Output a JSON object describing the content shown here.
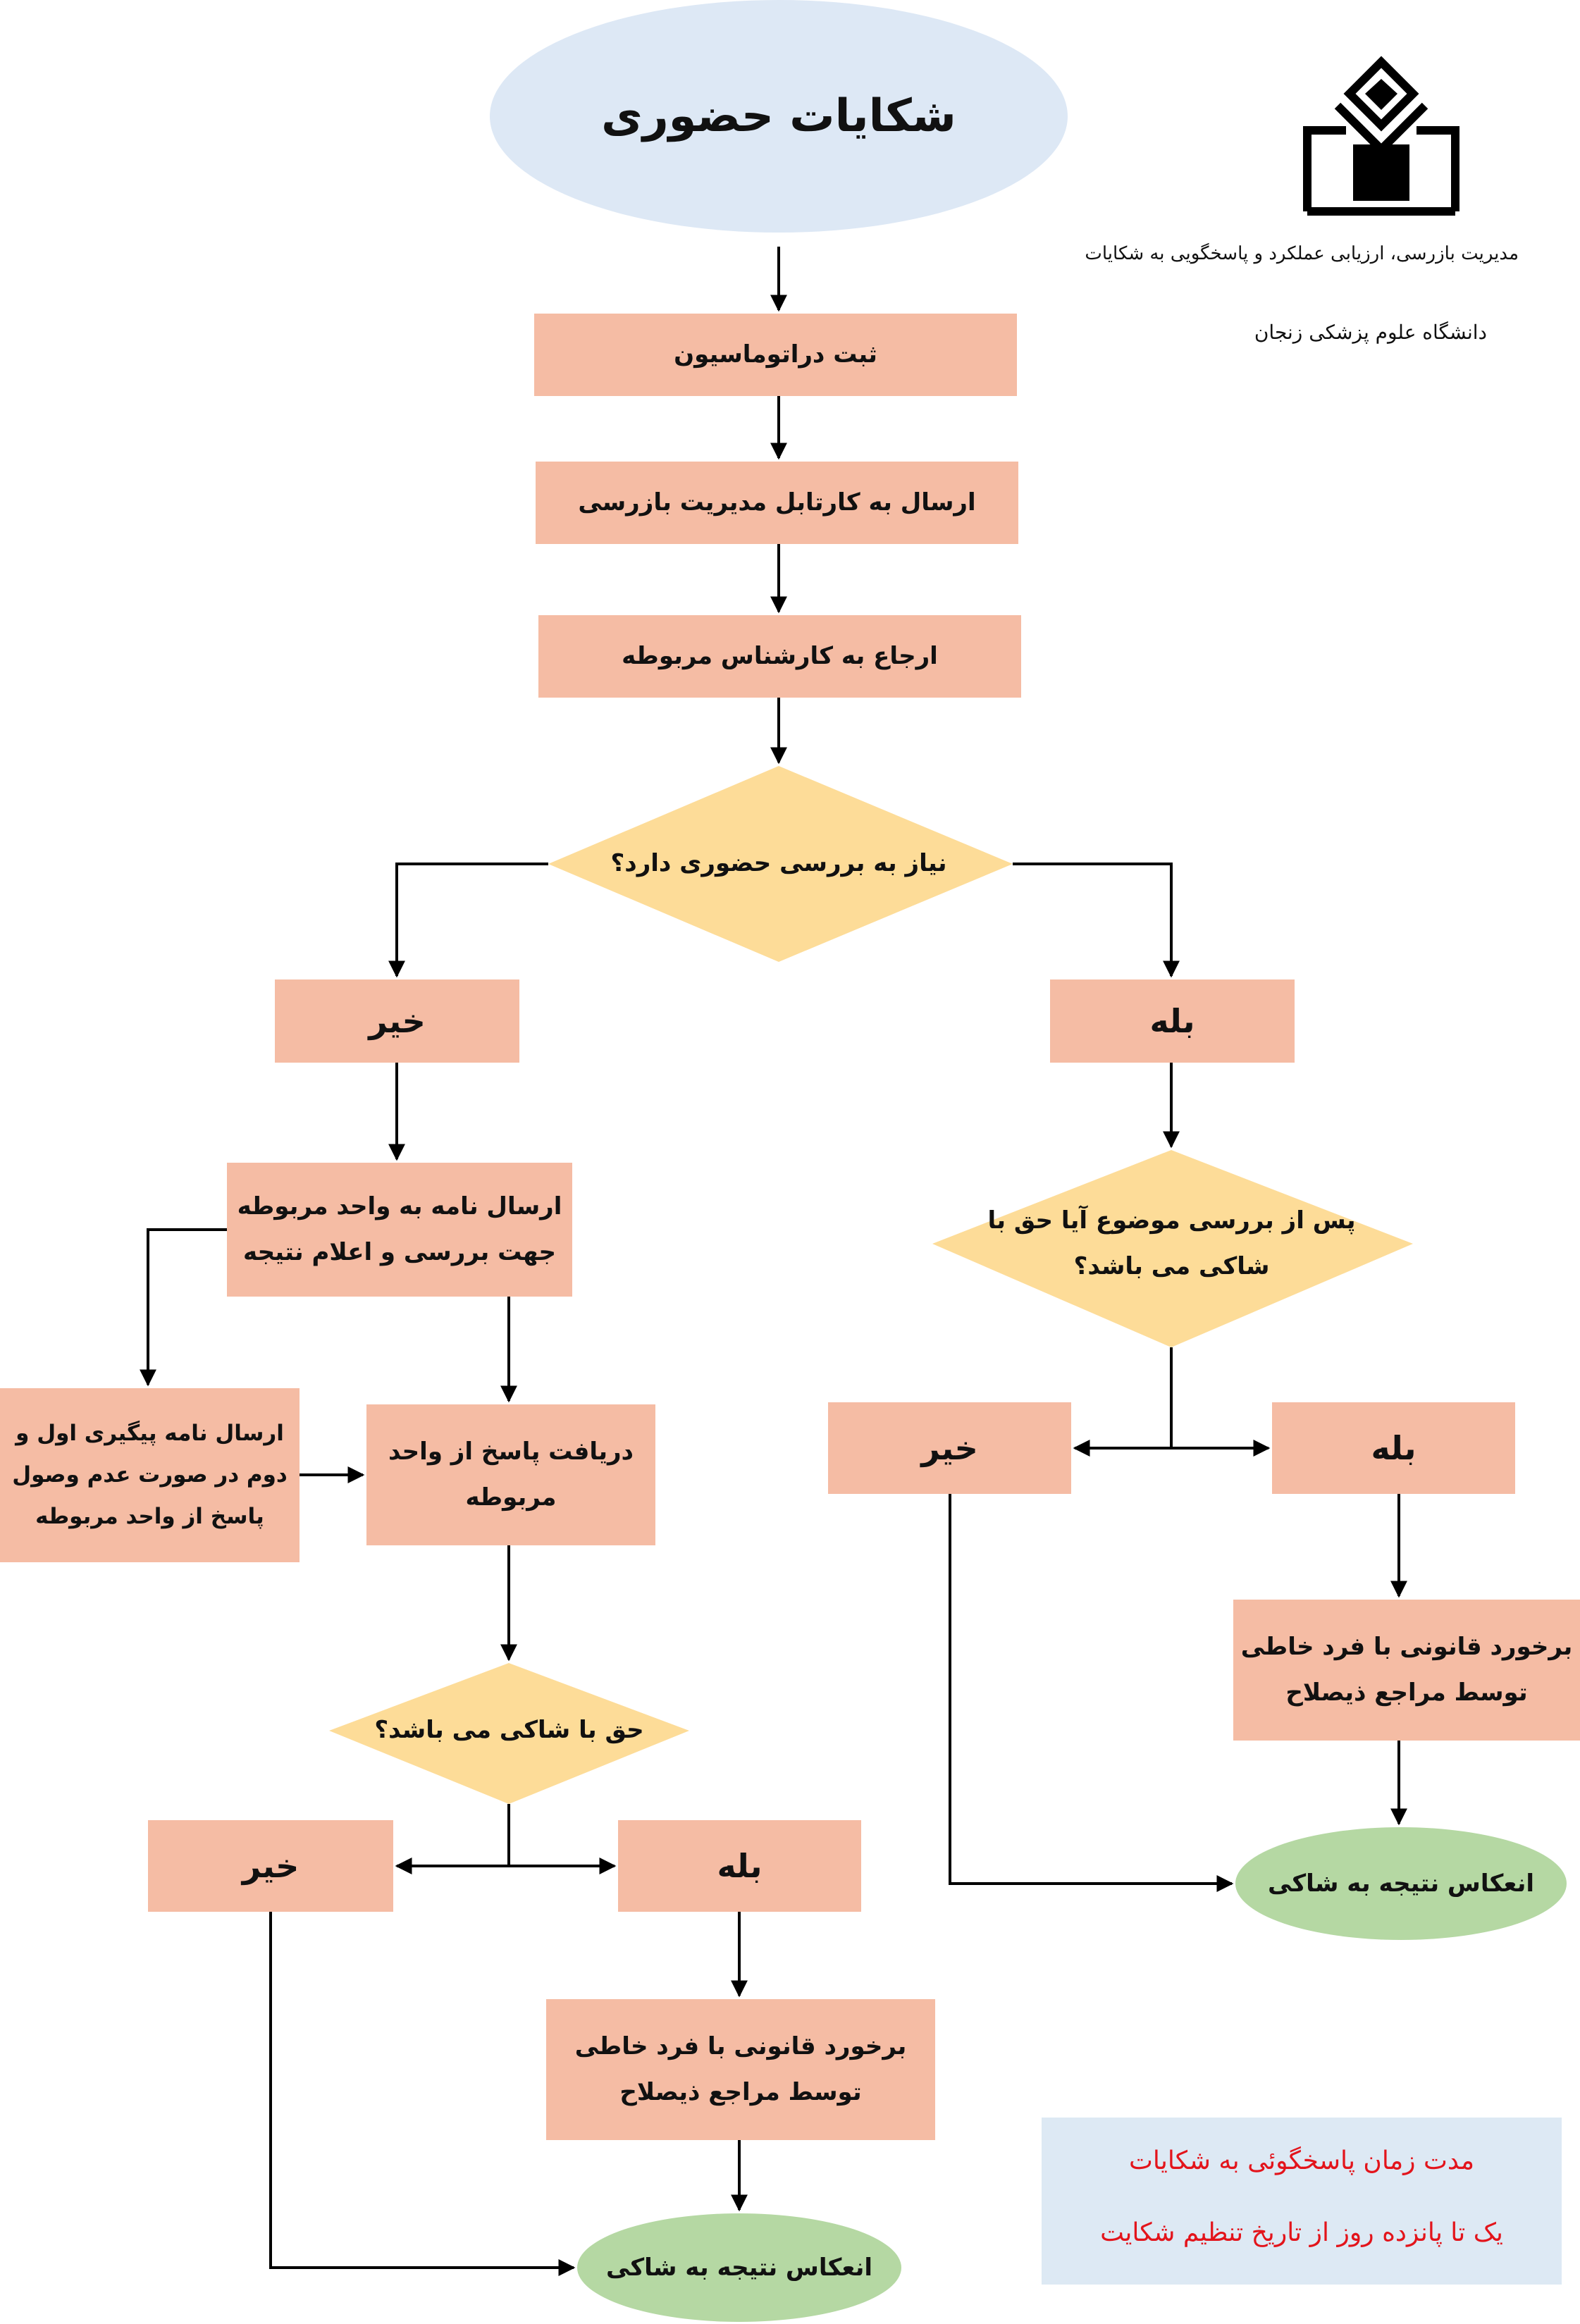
{
  "title": "شکایات حضوری",
  "logo": {
    "line1": "مدیریت بازرسی، ارزیابی عملکرد و پاسخگویی به شکایات",
    "line2": "دانشگاه علوم پزشکی زنجان"
  },
  "steps": {
    "register": "ثبت دراتوماسیون",
    "send_to_inspection": "ارسال به کارتابل مدیریت بازرسی",
    "refer_expert": "ارجاع به کارشناس مربوطه"
  },
  "decision_main": "نیاز به بررسی حضوری دارد؟",
  "left_branch": {
    "no": "خیر",
    "send_letter": "ارسال نامه به واحد مربوطه\nجهت بررسی و اعلام نتیجه",
    "followup_letter": "ارسال نامه پیگیری اول و\nدوم در صورت عدم وصول\nپاسخ از واحد مربوطه",
    "receive_reply": "دریافت پاسخ از واحد\nمربوطه",
    "decision": "حق با شاکی می باشد؟",
    "no2": "خیر",
    "yes2": "بله",
    "legal_action": "برخورد قانونی با فرد خاطی\nتوسط مراجع ذیصلاح",
    "result": "انعکاس نتیجه به شاکی"
  },
  "right_branch": {
    "yes": "بله",
    "decision": "پس از بررسی موضوع آیا حق با\nشاکی می باشد؟",
    "no2": "خیر",
    "yes2": "بله",
    "legal_action": "برخورد قانونی با فرد خاطی\nتوسط مراجع ذیصلاح",
    "result": "انعکاس نتیجه به شاکی"
  },
  "note": {
    "line1": "مدت زمان پاسخگوئی به شکایات",
    "line2": "یک تا پانزده روز از تاریخ تنظیم شکایت"
  },
  "colors": {
    "box": "#f5bca4",
    "decision": "#fddc98",
    "title_ellipse": "#dde8f5",
    "result_ellipse": "#b5d8a3",
    "note_bg": "#dde9f4",
    "note_text": "#e3141b"
  }
}
